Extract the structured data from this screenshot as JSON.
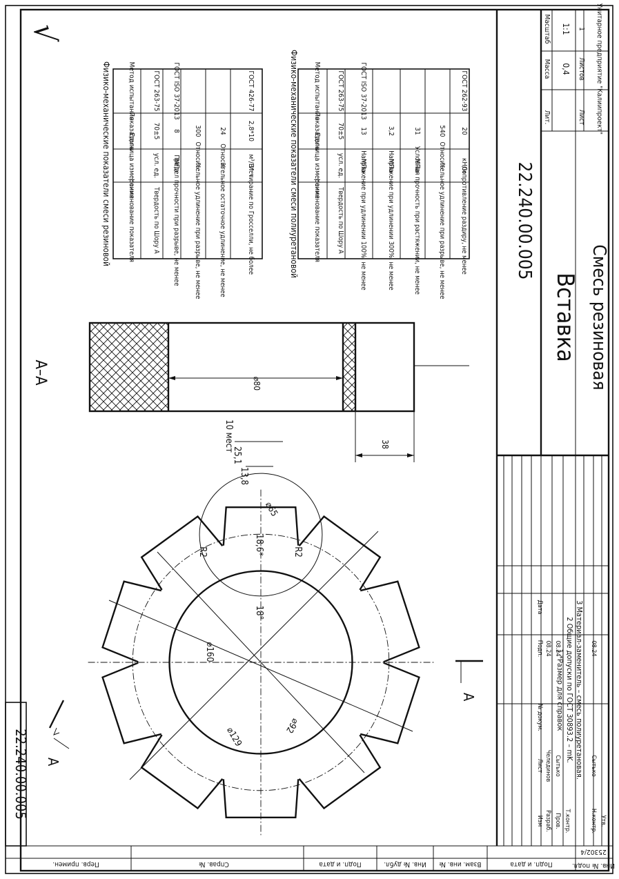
{
  "frame": {
    "code_stamp": "22.240.00.005",
    "check_mark": "√"
  },
  "side_stamps": {
    "perv_primen": "Перв. примен.",
    "sprav_no": "Справ. №",
    "podp_data_1": "Подп. и дата",
    "inv_dubl": "Инв. № дубл.",
    "vzam_inv": "Взам. инв. №",
    "podp_data_2": "Подп. и дата",
    "inv_podl": "Инв. № подл.",
    "inv_podl_value": "25302/4"
  },
  "drawing": {
    "section_label": "А–А",
    "cut_label_top": "А",
    "cut_label_bottom": "А",
    "dims": {
      "d160": "⌀160",
      "d129": "⌀129",
      "d92": "⌀92",
      "d65": "⌀65",
      "angle18": "18°",
      "d18_6": "18,6*",
      "r2a": "R2",
      "r2b": "R2",
      "w13_8": "13,8",
      "w25_1": "25,1",
      "places": "10 мест",
      "d80": "⌀80",
      "h38": "38"
    }
  },
  "notes": [
    "1  *Размер для справок",
    "2  Общие допуски по ГОСТ 30893.2 – mK.",
    "3  Материал-заменитель – смесь полиуретановая."
  ],
  "table1": {
    "title": "Физико-механические показатели смеси резиновой",
    "headers": [
      "Наименование показателя",
      "Единица измерения",
      "Показатель",
      "Метод испытания"
    ],
    "rows": [
      [
        "Твердость по Шору А",
        "усл. ед.",
        "70±5",
        "ГОСТ 263-75"
      ],
      [
        "Предел прочности при разрыве, не менее",
        "МПа",
        "8",
        "ГОСТ ISO 37-2013"
      ],
      [
        "Относительное удлинение при разрыве, не менее",
        "%",
        "300",
        ""
      ],
      [
        "Относительное остаточное удлинение, не менее",
        "%",
        "24",
        ""
      ],
      [
        "Истирание по Гросселли, не более",
        "м³/Вт·ч",
        "2,8*10",
        "ГОСТ 426-77"
      ]
    ]
  },
  "table2": {
    "title": "Физико-механические показатели смеси полиуретановой",
    "headers": [
      "Наименование показателя",
      "Единица измерения",
      "Показатель",
      "Метод испытания"
    ],
    "rows": [
      [
        "Твердость по Шору А",
        "усл. ед.",
        "70±5",
        "ГОСТ 263-75"
      ],
      [
        "Напряжение при удлинении 100%, не менее",
        "МПа",
        "13",
        "ГОСТ ISO 37-2013"
      ],
      [
        "Напряжение при удлинении 300%, не менее",
        "МПа",
        "3,2",
        ""
      ],
      [
        "Условная прочность при растяжении, не менее",
        "МПа",
        "31",
        ""
      ],
      [
        "Относительное удлинение при разрыве, не менее",
        "%",
        "540",
        ""
      ],
      [
        "Сопротивление раздиру, не менее",
        "кН/м",
        "20",
        "ГОСТ 262-93"
      ]
    ]
  },
  "title_block": {
    "designation": "22.240.00.005",
    "name": "Вставка",
    "material": "Смесь резиновая",
    "organization": "Унитарное предприятие \"Калиипроект\"",
    "lit_label": "Лит.",
    "mass_label": "Масса",
    "scale_label": "Масштаб",
    "mass": "0,4",
    "scale": "1:1",
    "sheet_label": "Лист",
    "sheets_label": "Листов",
    "sheets": "1",
    "rows": [
      [
        "Изм",
        "Лист",
        "№ докум.",
        "Подп.",
        "Дата"
      ],
      [
        "Разраб.",
        "Челединов",
        "",
        "08.24"
      ],
      [
        "Пров.",
        "Сытько",
        "",
        "08.24"
      ],
      [
        "Т.контр.",
        "",
        "",
        ""
      ],
      [
        "Н.контр.",
        "Сытько",
        "",
        "08.24"
      ],
      [
        "Утв.",
        "",
        "",
        ""
      ]
    ]
  }
}
